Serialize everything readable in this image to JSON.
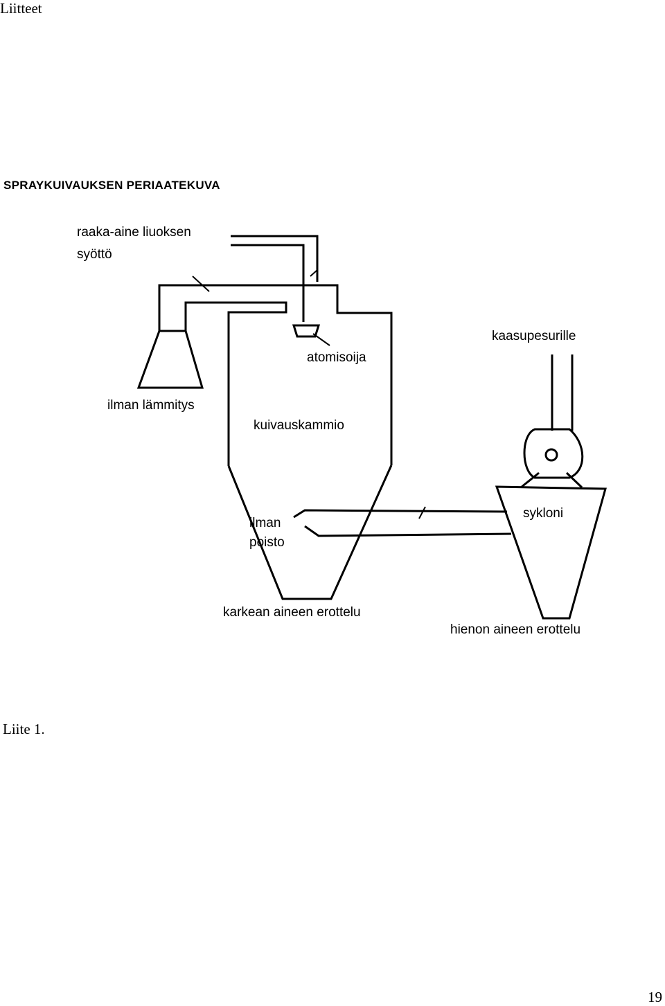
{
  "page": {
    "heading": "Liitteet",
    "caption": "Liite 1.",
    "page_number": "19"
  },
  "diagram": {
    "title": "SPRAYKUIVAUKSEN PERIAATEKUVA",
    "labels": {
      "feed_line1": "raaka-aine liuoksen",
      "feed_line2": "syöttö",
      "atomizer": "atomisoija",
      "air_heating": "ilman lämmitys",
      "drying_chamber": "kuivauskammio",
      "gas_scrubber": "kaasupesurille",
      "cyclone": "sykloni",
      "air_exhaust_line1": "ilman",
      "air_exhaust_line2": "poisto",
      "coarse_separation": "karkean aineen erottelu",
      "fine_separation": "hienon aineen erottelu"
    }
  }
}
